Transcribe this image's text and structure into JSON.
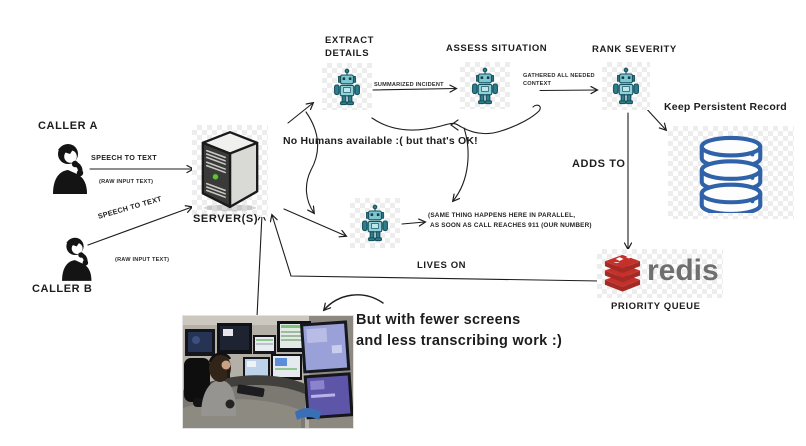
{
  "colors": {
    "ink": "#1d1d1d",
    "robot_teal": "#7cc7d0",
    "robot_teal_dark": "#2e7e8e",
    "db_blue": "#2f62a8",
    "redis_red": "#c6302b",
    "redis_red_dark": "#a32b25",
    "redis_wordmark_gray": "#6f6f6f",
    "led_green": "#6abf3f"
  },
  "callers": {
    "a": {
      "label": "CALLER A",
      "arrow_label": "SPEECH TO TEXT",
      "arrow_sublabel": "(RAW INPUT TEXT)"
    },
    "b": {
      "label": "CALLER B",
      "arrow_label": "SPEECH TO TEXT",
      "arrow_sublabel": "(RAW INPUT TEXT)"
    }
  },
  "server": {
    "label": "SERVER(S)"
  },
  "stages": {
    "extract": {
      "label": "EXTRACT DETAILS"
    },
    "assess": {
      "label": "ASSESS SITUATION"
    },
    "rank": {
      "label": "RANK SEVERITY"
    },
    "edge_extract_assess": "SUMMARIZED INCIDENT",
    "edge_assess_rank": "GATHERED ALL NEEDED CONTEXT"
  },
  "persistent_record": {
    "label": "Keep Persistent Record"
  },
  "redis": {
    "wordmark": "redis",
    "label": "PRIORITY QUEUE",
    "edge_label": "ADDS TO"
  },
  "parallel_worker": {
    "note_line1": "(SAME THING HAPPENS HERE IN PARALLEL,",
    "note_line2": "AS SOON AS CALL REACHES 911 (OUR NUMBER)"
  },
  "annotations": {
    "no_humans": "No Humans available :( but that's OK!",
    "lives_on": "LIVES ON",
    "photo_note_line1": "But with fewer screens",
    "photo_note_line2": "and less transcribing work :)"
  }
}
